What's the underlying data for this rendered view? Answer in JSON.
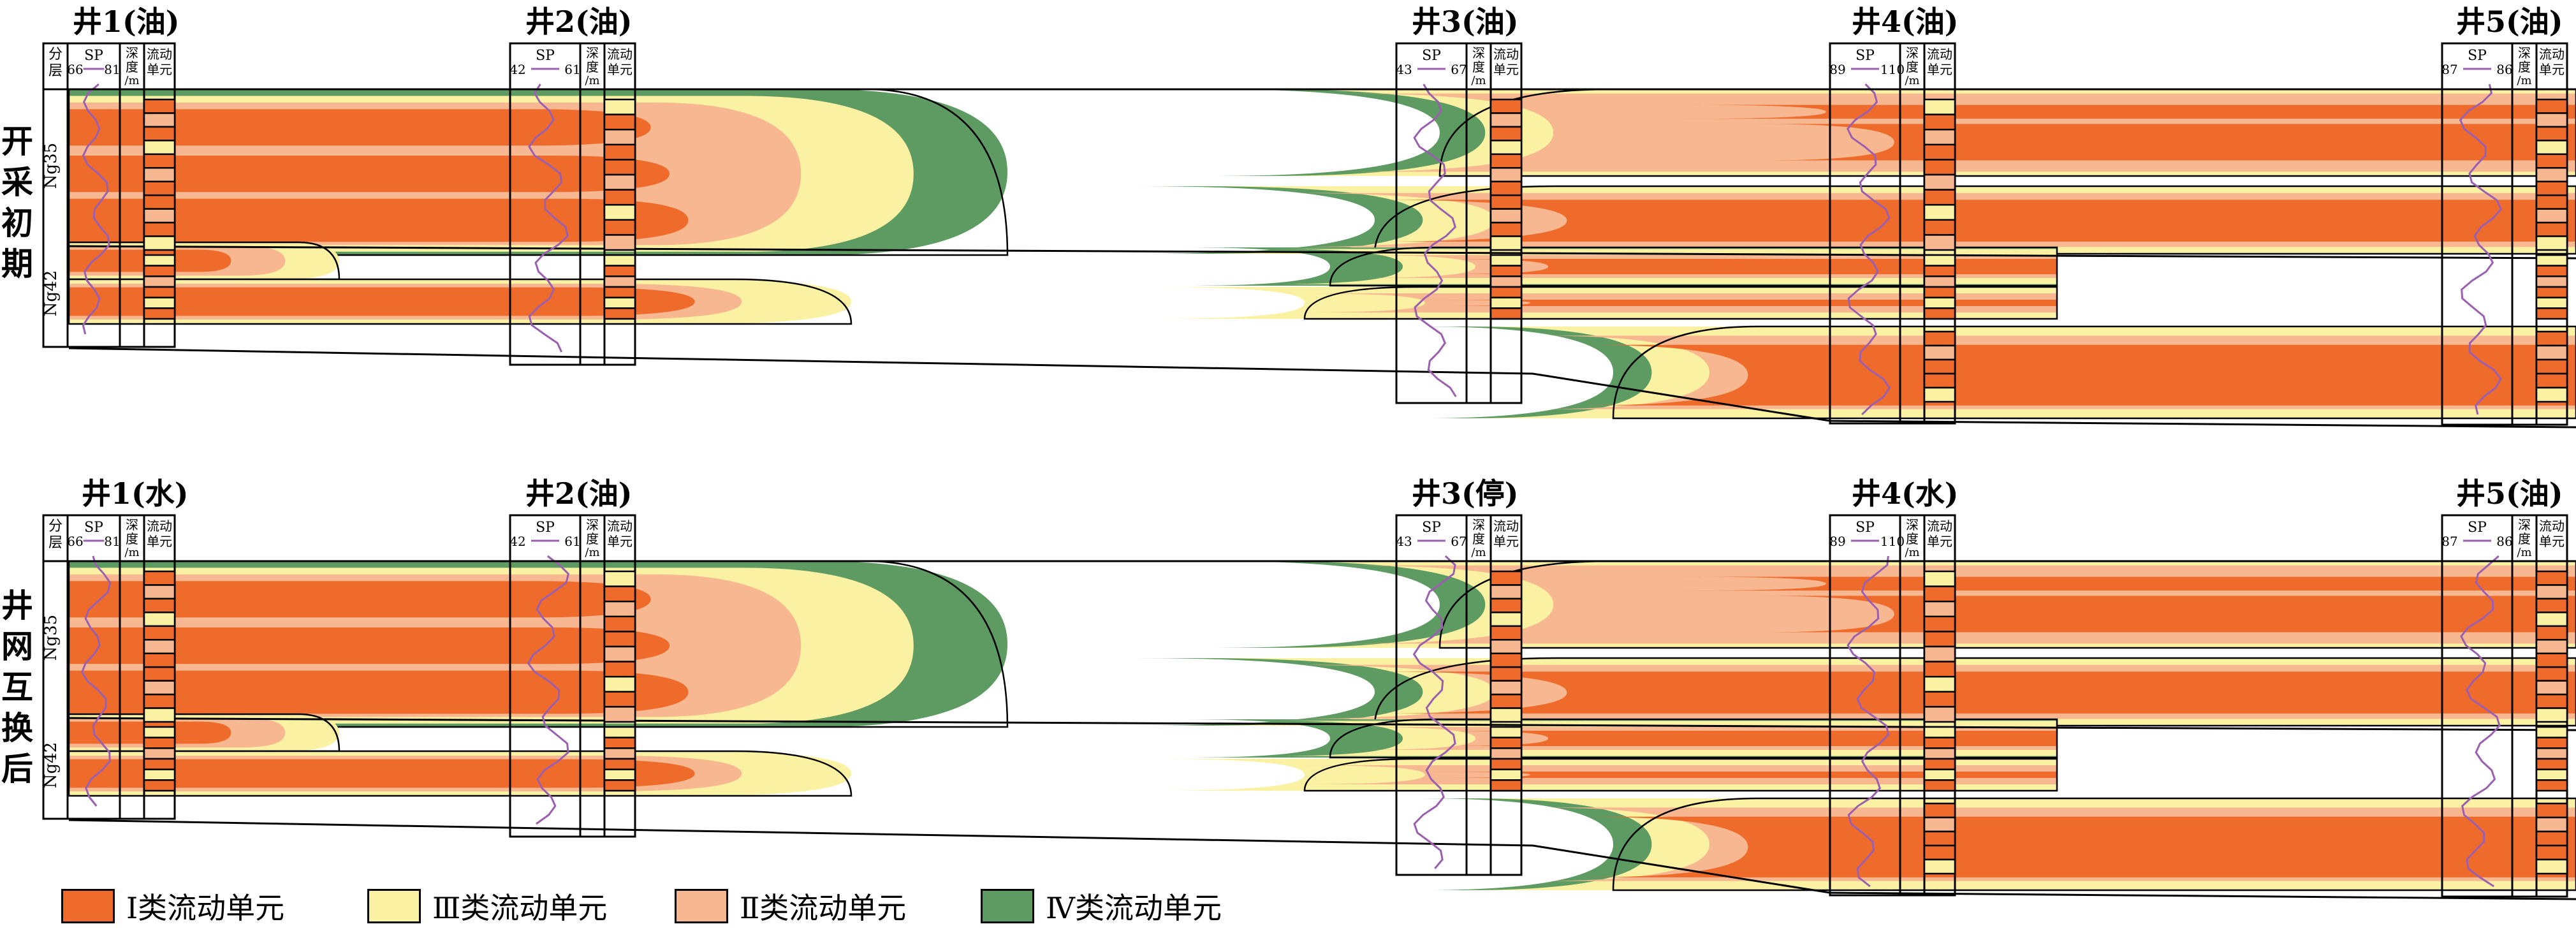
{
  "colors": {
    "class1": "#ef6b2b",
    "class2": "#f7b891",
    "class3": "#fbf1a2",
    "class4": "#5e9b62",
    "sp_curve": "#9b5fb0",
    "line": "#000000"
  },
  "panels": [
    {
      "stage_label": "开采初期",
      "wells": [
        "井1(油)",
        "井2(油)",
        "井3(油)",
        "井4(油)",
        "井5(油)"
      ]
    },
    {
      "stage_label": "井网互换后",
      "wells": [
        "井1(水)",
        "井2(油)",
        "井3(停)",
        "井4(水)",
        "井5(油)"
      ]
    }
  ],
  "track_headers": {
    "layer": "分层",
    "sp": "SP",
    "depth": "深度/m",
    "flow_unit": "流动单元"
  },
  "sp_ranges": [
    {
      "min": "66",
      "max": "81"
    },
    {
      "min": "42",
      "max": "61"
    },
    {
      "min": "43",
      "max": "67"
    },
    {
      "min": "89",
      "max": "110"
    },
    {
      "min": "87",
      "max": "86"
    }
  ],
  "layers": [
    "Ng35",
    "Ng42"
  ],
  "legend": [
    {
      "label": "Ⅰ类流动单元",
      "color_key": "class1"
    },
    {
      "label": "Ⅲ类流动单元",
      "color_key": "class3"
    },
    {
      "label": "Ⅱ类流动单元",
      "color_key": "class2"
    },
    {
      "label": "Ⅳ类流动单元",
      "color_key": "class4"
    }
  ]
}
